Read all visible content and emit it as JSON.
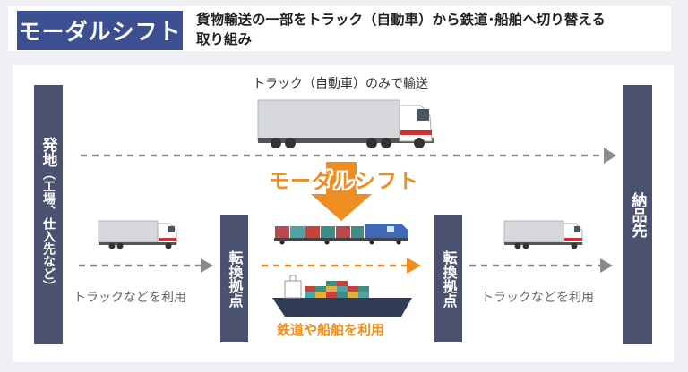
{
  "header": {
    "title": "モーダルシフト",
    "description_line1": "貨物輸送の一部をトラック（自動車）から鉄道･船舶へ切り替える",
    "description_line2": "取り組み"
  },
  "origin": {
    "label": "発地",
    "sub_label": "（工場、仕入先など）"
  },
  "destination": {
    "label": "納品先"
  },
  "transfer_point_left": {
    "label": "転換拠点"
  },
  "transfer_point_right": {
    "label": "転換拠点"
  },
  "truck_only_route": {
    "label": "トラック（自動車）のみで輸送"
  },
  "modal_shift": {
    "label": "モーダルシフト"
  },
  "left_segment": {
    "label": "トラックなどを利用"
  },
  "right_segment": {
    "label": "トラックなどを利用"
  },
  "middle_segment": {
    "label": "鉄道や船舶を利用"
  },
  "colors": {
    "title_bg": "#3d4f93",
    "accent_orange": "#ee8d22",
    "bar": "#4a5270",
    "arrow_gray": "#8a8a8a"
  },
  "icons": [
    "large-truck-icon",
    "small-truck-icon",
    "freight-train-icon",
    "cargo-ship-icon",
    "down-arrow-icon"
  ]
}
